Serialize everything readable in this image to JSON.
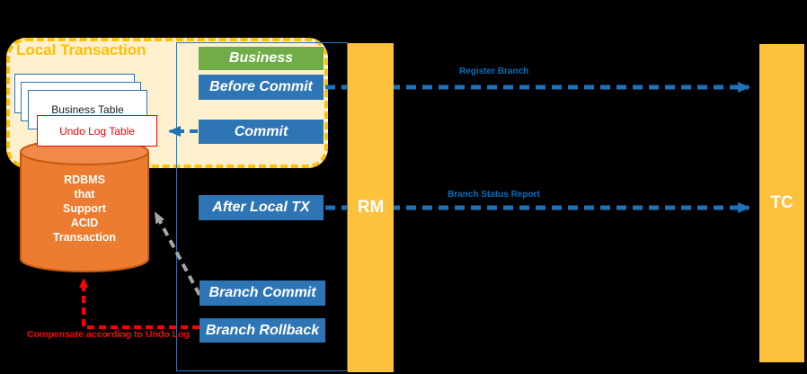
{
  "local_transaction": {
    "label": "Local Transaction"
  },
  "tables": {
    "business": "Business Table",
    "undo_log": "Undo Log Table"
  },
  "database": {
    "lines": [
      "RDBMS",
      "that",
      "Support",
      "ACID",
      "Transaction"
    ]
  },
  "steps": {
    "business": "Business",
    "before_commit": "Before Commit",
    "commit": "Commit",
    "after_local_tx": "After Local TX",
    "branch_commit": "Branch Commit",
    "branch_rollback": "Branch Rollback"
  },
  "actors": {
    "rm": "RM",
    "tc": "TC"
  },
  "messages": {
    "register_branch": "Register Branch",
    "branch_status_report": "Branch Status Report",
    "compensate": "Compensate according to Undo Log"
  },
  "colors": {
    "background": "#000000",
    "gold_border": "#FFC000",
    "group_fill": "#FCF0CE",
    "actor_yellow": "#FDC13C",
    "box_blue": "#2E75B6",
    "box_green": "#70AD47",
    "db_orange": "#EC7C30",
    "db_stroke": "#C55A11",
    "arrow_blue": "#1F72B8",
    "message_blue": "#0070C0",
    "arrow_gray": "#A6A6A6",
    "alert_red": "#FF0000"
  }
}
